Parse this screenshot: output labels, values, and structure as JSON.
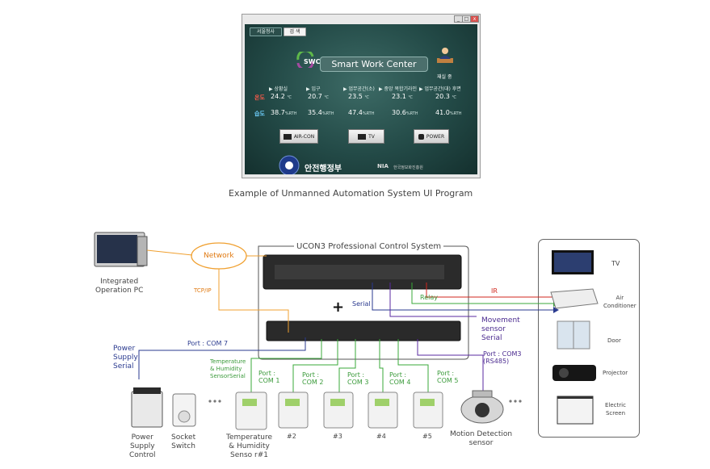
{
  "app": {
    "tab_region": "서울청사",
    "tab_check": "검 색",
    "logo_text": "SWC",
    "brand": "Smart Work Center",
    "operator_status": "재실 중",
    "zones": [
      {
        "label": "▶ 상황실",
        "temp": "24.2",
        "hum": "38.7"
      },
      {
        "label": "▶ 입구",
        "temp": "20.7",
        "hum": "35.4"
      },
      {
        "label": "▶ 업무공간(소)",
        "temp": "23.5",
        "hum": "47.4"
      },
      {
        "label": "▶ 중앙 복합기라인",
        "temp": "23.1",
        "hum": "30.6"
      },
      {
        "label": "▶ 업무공간(대) 후면",
        "temp": "20.3",
        "hum": "41.0"
      }
    ],
    "temp_unit": "℃",
    "hum_unit": "%RTH",
    "temp_row_label": "온도",
    "hum_row_label": "습도",
    "btn_aircon": "AIR-CON",
    "btn_tv": "TV",
    "btn_power": "POWER",
    "ministry_name": "안전행정부",
    "nia_logo": "NIA",
    "nia_name": "한국정보화진흥원"
  },
  "caption": "Example of Unmanned Automation System UI Program",
  "diagram": {
    "system_title": "UCON3  Professional Control System",
    "network": "Network",
    "tcpip": "TCP/IP",
    "pc_label": "Integrated\nOperation PC",
    "serial": "Serial",
    "relay": "Relay",
    "ir": "IR",
    "movement": "Movement\nsensor\nSerial",
    "port_com7": "Port : COM 7",
    "power_serial": "Power\nSupply\nSerial",
    "th_serial": "Temperature\n& Humidity\nSensorSerial",
    "port_com1": "Port :\nCOM 1",
    "port_com2": "Port :\nCOM 2",
    "port_com3": "Port :\nCOM 3",
    "port_com4": "Port :\nCOM 4",
    "port_com5": "Port :\nCOM 5",
    "port_com3_rs485": "Port : COM3\n(RS485)",
    "power_supply": "Power\nSupply\nControl",
    "socket_switch": "Socket\nSwitch",
    "th_sensor": "Temperature\n& Humidity\nSenso r#1",
    "sensor2": "#2",
    "sensor3": "#3",
    "sensor4": "#4",
    "sensor5": "#5",
    "motion": "Motion Detection\nsensor",
    "dev_tv": "TV",
    "dev_aircon": "Air\nConditioner",
    "dev_door": "Door",
    "dev_projector": "Projector",
    "dev_screen": "Electric\nScreen"
  },
  "colors": {
    "ethernet": "#f0a030",
    "serial_blue": "#2a3a8f",
    "green": "#3aa83a",
    "red": "#d0261c",
    "purple": "#5a2aa0"
  }
}
